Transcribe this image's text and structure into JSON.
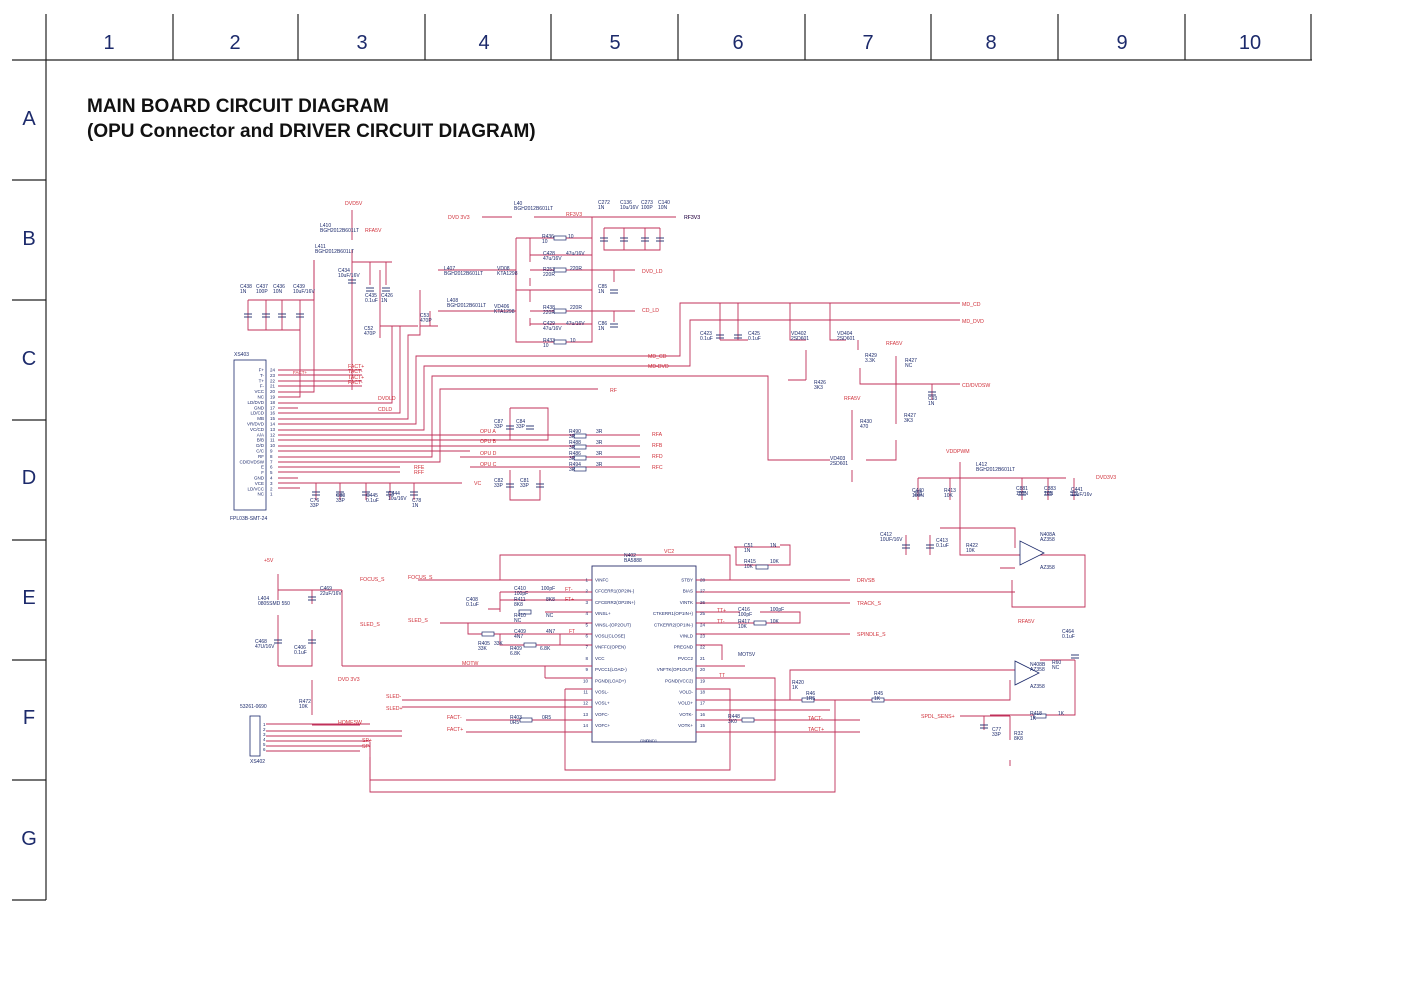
{
  "title": {
    "line1": "MAIN BOARD CIRCUIT DIAGRAM",
    "line2": "(OPU Connector and DRIVER CIRCUIT DIAGRAM)"
  },
  "grid": {
    "columns": [
      "1",
      "2",
      "3",
      "4",
      "5",
      "6",
      "7",
      "8",
      "9",
      "10"
    ],
    "rows": [
      "A",
      "B",
      "C",
      "D",
      "E",
      "F",
      "G"
    ]
  },
  "nets": {
    "dvd5v": "DVD5V",
    "dvd3v3": "DVD 3V3",
    "rf3v3_mid": "RF3V3",
    "rf3v3": "RF3V3",
    "rfa5v_1": "RFA5V",
    "rfa5v_2": "RFA5V",
    "rfa5v_3": "RFA5V",
    "rfa5v_4": "RFA5V",
    "dvd_ld": "DVD_LD",
    "cd_ld": "CD_LD",
    "md_cd": "MD_CD",
    "md_dvd": "MD_DVD",
    "md_cd_2": "MD_CD",
    "md_dvd_2": "MD-DVD",
    "cd_dvdsw": "CD/DVDSW",
    "rf": "RF",
    "dvdld": "DVDLD",
    "cdld": "CDLD",
    "opu_a": "OPU A",
    "opu_b": "OPU B",
    "opu_d": "OPU D",
    "opu_c": "OPU C",
    "rfa": "RFA",
    "rfb": "RFB",
    "rfd": "RFD",
    "rfc": "RFC",
    "rfe": "RFE",
    "rff": "RFF",
    "vc": "VC",
    "vc2": "VC2",
    "vddpwm": "VDDPWM",
    "dvd3v3_r": "DVD3V3",
    "fact_p": "FACT+",
    "fact_m": "FACT-",
    "tact_p": "TACT+",
    "tact_m": "TACT-",
    "focus_s": "FOCUS_S",
    "focus_s2": "FOCUS_S",
    "sled_s": "SLED_S",
    "sled_s2": "SLED_S",
    "motw": "MOTW",
    "dvd3v3_f": "DVD 3V3",
    "homesw": "HOMESW",
    "sled_m": "SLED-",
    "sled_p": "SLED+",
    "sp_p": "SP+",
    "sp_m": "SP-",
    "drvsb": "DRVSB",
    "track_s": "TRACK_S",
    "spindle_s": "SPINDLE_S",
    "spdl_sens": "SPDL_SENS+",
    "p5v": "+5V",
    "mot5v": "MOT5V",
    "ft_p": "FT+",
    "ft_m": "FT-",
    "tt_p": "TT+",
    "tt_m": "TT-",
    "tt": "TT",
    "ft": "FT",
    "fact_m2": "FACT-",
    "fact_p2": "FACT+"
  },
  "components": {
    "l40": "L40",
    "l40v": "BGH2012B601LT",
    "l410": "L410",
    "l410v": "BGH2012B601LT",
    "l411": "L411",
    "l411v": "BGH2012B601LT",
    "l407": "L407",
    "l407v": "BGH2012B601LT",
    "l408": "L408",
    "l408v": "BGH2012B601LT",
    "l412": "L412",
    "l412v": "BGH2012B601LT",
    "l404": "L404",
    "l404v": "0805SMD 550",
    "c272": "C272",
    "c272v": "1N",
    "c136": "C136",
    "c136v": "10u/16V",
    "c273": "C273",
    "c273v": "100P",
    "c140": "C140",
    "c140v": "10N",
    "q408": "VD08",
    "q408v": "KTA1298",
    "q406": "VD406",
    "q406v": "KTA1298",
    "r436": "R436",
    "r436v": "10",
    "r253": "R253",
    "r253v": "220R",
    "r438": "R438",
    "r438v": "220R",
    "r433": "R433",
    "r433v": "10",
    "c428": "C428",
    "c428v": "47u/16V",
    "c429": "C429",
    "c429v": "47u/16V",
    "c85": "C85",
    "c85v": "1N",
    "c86": "C86",
    "c86v": "1N",
    "c434": "C434",
    "c434v": "10uF/16V",
    "c435": "C435",
    "c435v": "0.1uF",
    "c426": "C426",
    "c426v": "1N",
    "c438": "C438",
    "c438v": "1N",
    "c437": "C437",
    "c437v": "100P",
    "c436": "C436",
    "c436v": "10N",
    "c439": "C439",
    "c439v": "10uF/16V",
    "c52": "C52",
    "c52v": "470P",
    "c53": "C53",
    "c53v": "470P",
    "xs403": "XS403",
    "fpc": "FPL03B-SMT-24",
    "c423": "C423",
    "c423v": "0.1uF",
    "c425": "C425",
    "c425v": "0.1uF",
    "vd402": "VD402",
    "vd402v": "2SD601",
    "vd404": "VD404",
    "vd404v": "2SD601",
    "r426": "R426",
    "r426v": "3K3",
    "r429": "R429",
    "r429v": "3.3K",
    "r427": "R427",
    "r427v": "NC",
    "c93": "C93",
    "c93v": "1N",
    "r430": "R430",
    "r430v": "470",
    "r427b": "R427",
    "r427bv": "3K3",
    "vd403": "VD403",
    "vd403v": "2SD601",
    "c87": "C87",
    "c87v": "33P",
    "c84": "C84",
    "c84v": "33P",
    "r490": "R490",
    "r490v": "3R",
    "r488": "R488",
    "r488v": "3R",
    "r486": "R486",
    "r486v": "3R",
    "r494": "R494",
    "r494v": "3R",
    "c82": "C82",
    "c82v": "33P",
    "c81": "C81",
    "c81v": "33P",
    "c76": "C76",
    "c76v": "33P",
    "c83": "C83",
    "c83v": "33P",
    "c445": "C445",
    "c445v": "0.1uF",
    "c444": "C444",
    "c444v": "10u/16V",
    "c78": "C78",
    "c78v": "1N",
    "c440": "C440",
    "c440v": "100N",
    "r413": "R413",
    "r413v": "10K",
    "c881": "C881",
    "c881v": "100N",
    "c883": "C883",
    "c883v": "10N",
    "c441": "C441",
    "c441v": "10uF/16v",
    "c412": "C412",
    "c412v": "10UF/16V",
    "c413": "C413",
    "c413v": "0.1uF",
    "r422": "R422",
    "r422v": "10K",
    "n408a": "N408A",
    "n408av": "AZ358",
    "n402": "N402",
    "n402v": "BA5888",
    "c51": "C51",
    "c51v": "1N",
    "r415": "R415",
    "r415v": "10K",
    "c410": "C410",
    "c410v": "100pF",
    "r411": "R411",
    "r411v": "8K8",
    "r410": "R410",
    "r410v": "NC",
    "c409": "C409",
    "c409v": "4N7",
    "r405": "R405",
    "r405v": "33K",
    "r409": "R409",
    "r409v": "6.8K",
    "c408": "C408",
    "c408v": "0.1uF",
    "c416": "C416",
    "c416v": "100pF",
    "r417": "R417",
    "r417v": "10K",
    "c469": "C469",
    "c469v": "22uF/16V",
    "c468": "C468",
    "c468v": "47U/16V",
    "c406": "C406",
    "c406v": "0.1uF",
    "r472": "R472",
    "r472v": "10K",
    "xs402": "XS402",
    "conn": "53261-0690",
    "r403": "R403",
    "r403v": "0R5",
    "r448": "R448",
    "r448v": "3K0",
    "r420": "R420",
    "r420v": "1K",
    "r46": "R46",
    "r46v": "1R5",
    "r45": "R45",
    "r45v": "1K",
    "n408b": "N408B",
    "n408bv": "AZ358",
    "r60": "R60",
    "r60v": "NC",
    "c464": "C464",
    "c464v": "0.1uF",
    "r418": "R418",
    "r418v": "1K",
    "c77": "C77",
    "c77v": "33P",
    "r32": "R32",
    "r32v": "8K8",
    "gnd_ic": "GND",
    "gnd1_ic": "GND1"
  },
  "xs403_pins": [
    {
      "num": "24",
      "name": "F+"
    },
    {
      "num": "23",
      "name": "T-"
    },
    {
      "num": "22",
      "name": "T+"
    },
    {
      "num": "21",
      "name": "F-"
    },
    {
      "num": "20",
      "name": "VCC"
    },
    {
      "num": "19",
      "name": "NC"
    },
    {
      "num": "18",
      "name": "LD/DVD"
    },
    {
      "num": "17",
      "name": "GND"
    },
    {
      "num": "16",
      "name": "LD/CD"
    },
    {
      "num": "15",
      "name": "MB"
    },
    {
      "num": "14",
      "name": "VR/DVD"
    },
    {
      "num": "13",
      "name": "VC/CD"
    },
    {
      "num": "12",
      "name": "A/A"
    },
    {
      "num": "11",
      "name": "B/B"
    },
    {
      "num": "10",
      "name": "D/D"
    },
    {
      "num": "9",
      "name": "C/C"
    },
    {
      "num": "8",
      "name": "RF"
    },
    {
      "num": "7",
      "name": "CD/DVDSW"
    },
    {
      "num": "6",
      "name": "E"
    },
    {
      "num": "5",
      "name": "F"
    },
    {
      "num": "4",
      "name": "GND"
    },
    {
      "num": "3",
      "name": "VCE"
    },
    {
      "num": "2",
      "name": "LD/VCC"
    },
    {
      "num": "1",
      "name": "NC"
    }
  ],
  "xs403_nets": [
    "FACT+",
    "TACT-",
    "TACT+",
    "FACT-"
  ],
  "ic_left_pins": [
    {
      "num": "1",
      "name": "VINFC"
    },
    {
      "num": "2",
      "name": "CFCERR1(OP2IN-)"
    },
    {
      "num": "3",
      "name": "CFCERR2(OP2IN+)"
    },
    {
      "num": "4",
      "name": "VINSL+"
    },
    {
      "num": "5",
      "name": "VINSL-(OP2OUT)"
    },
    {
      "num": "6",
      "name": "VOSL(CLOSE)"
    },
    {
      "num": "7",
      "name": "VNFFC(OPEN)"
    },
    {
      "num": "8",
      "name": "VCC"
    },
    {
      "num": "9",
      "name": "PVCC1(LOAD-)"
    },
    {
      "num": "10",
      "name": "PGND(LOAD+)"
    },
    {
      "num": "11",
      "name": "VOSL-"
    },
    {
      "num": "12",
      "name": "VOSL+"
    },
    {
      "num": "13",
      "name": "VOFC-"
    },
    {
      "num": "14",
      "name": "VOFC+"
    }
  ],
  "ic_right_pins": [
    {
      "num": "28",
      "name": "STBY"
    },
    {
      "num": "27",
      "name": "BIAS"
    },
    {
      "num": "26",
      "name": "VINTK"
    },
    {
      "num": "25",
      "name": "CTKERR1(OP1IN+)"
    },
    {
      "num": "24",
      "name": "CTKERR2(OP1IN-)"
    },
    {
      "num": "23",
      "name": "VINLD"
    },
    {
      "num": "22",
      "name": "PREGND"
    },
    {
      "num": "21",
      "name": "PVCC2"
    },
    {
      "num": "20",
      "name": "VNFTK(OP1OUT)"
    },
    {
      "num": "19",
      "name": "PGND(VCC2)"
    },
    {
      "num": "18",
      "name": "VOLD-"
    },
    {
      "num": "17",
      "name": "VOLD+"
    },
    {
      "num": "16",
      "name": "VOTK-"
    },
    {
      "num": "15",
      "name": "VOTK+"
    }
  ],
  "xs402_pins": [
    "1",
    "2",
    "3",
    "4",
    "5",
    "6"
  ],
  "colors": {
    "wire": "#c0305a",
    "label": "#1c2a6b",
    "net_label": "#d0303a",
    "grid": "#000000"
  }
}
